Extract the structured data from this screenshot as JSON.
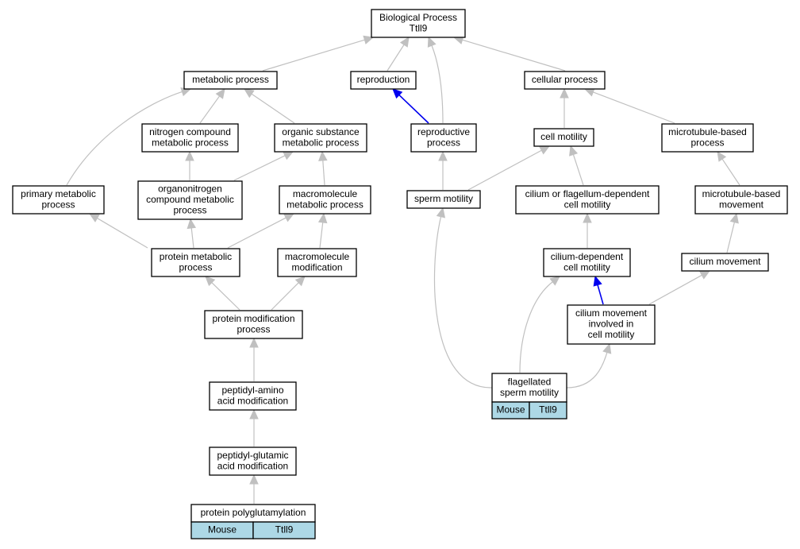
{
  "colors": {
    "edge": "#c0c0c0",
    "highlight_edge": "#0000ee",
    "annotation_fill": "#add8e6"
  },
  "nodes": {
    "bp": [
      "Biological Process",
      "Ttll9"
    ],
    "metabolic": [
      "metabolic process"
    ],
    "reproduction": [
      "reproduction"
    ],
    "cellular": [
      "cellular process"
    ],
    "nitrogen": [
      "nitrogen compound",
      "metabolic process"
    ],
    "organic": [
      "organic substance",
      "metabolic process"
    ],
    "reproductive": [
      "reproductive",
      "process"
    ],
    "cellmotility": [
      "cell motility"
    ],
    "mtbased": [
      "microtubule-based",
      "process"
    ],
    "primary": [
      "primary metabolic",
      "process"
    ],
    "organonitrogen": [
      "organonitrogen",
      "compound metabolic",
      "process"
    ],
    "macromolecule": [
      "macromolecule",
      "metabolic process"
    ],
    "sperm": [
      "sperm motility"
    ],
    "ciliumflag": [
      "cilium or flagellum-dependent",
      "cell motility"
    ],
    "mtmovement": [
      "microtubule-based",
      "movement"
    ],
    "proteinmeta": [
      "protein metabolic",
      "process"
    ],
    "macromod": [
      "macromolecule",
      "modification"
    ],
    "ciliumdep": [
      "cilium-dependent",
      "cell motility"
    ],
    "ciliummove": [
      "cilium movement"
    ],
    "proteinmod": [
      "protein modification",
      "process"
    ],
    "ciliuminv": [
      "cilium movement",
      "involved in",
      "cell motility"
    ],
    "flagellated": [
      "flagellated",
      "sperm motility"
    ],
    "peptidylamino": [
      "peptidyl-amino",
      "acid modification"
    ],
    "peptidylglu": [
      "peptidyl-glutamic",
      "acid modification"
    ],
    "polyglu": [
      "protein polyglutamylation"
    ]
  },
  "annotations": {
    "flagellated": [
      "Mouse",
      "Ttll9"
    ],
    "polyglu": [
      "Mouse",
      "Ttll9"
    ]
  }
}
